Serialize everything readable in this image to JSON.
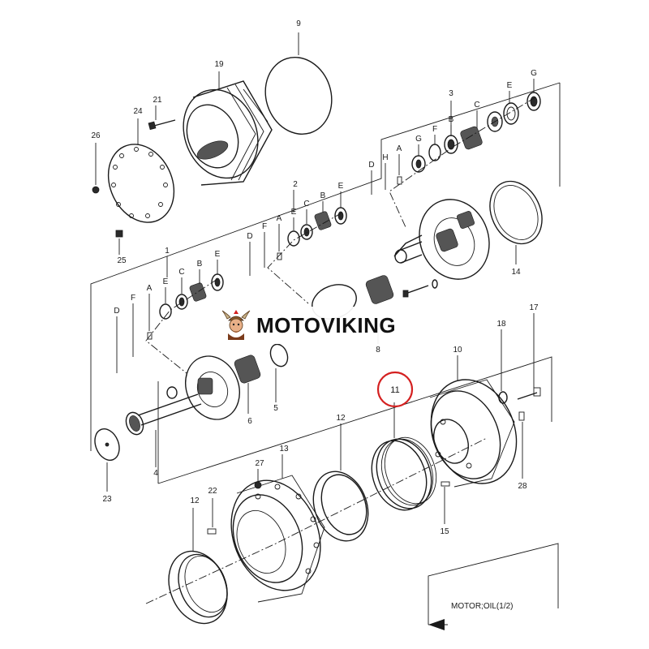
{
  "watermark": {
    "brand": "MOTOVIKING",
    "logo_icon": "viking-mascot-icon"
  },
  "caption": "MOTOR;OIL(1/2)",
  "highlight_color": "#d42020",
  "callouts": {
    "c2": "2",
    "c3": "3",
    "c4": "4",
    "c5": "5",
    "c6": "6",
    "c8": "8",
    "c10": "10",
    "c11": "11",
    "c12a": "12",
    "c12b": "12",
    "c13": "13",
    "c14": "14",
    "c15": "15",
    "c17": "17",
    "c18": "18",
    "c19": "19",
    "c21": "21",
    "c22": "22",
    "c23": "23",
    "c24": "24",
    "c25": "25",
    "c26": "26",
    "c27": "27",
    "c28": "28",
    "c1": "1",
    "c9": "9"
  },
  "letters": {
    "top": [
      "D",
      "H",
      "A",
      "G",
      "F",
      "B",
      "C",
      "E",
      "G"
    ],
    "mid": [
      "D",
      "F",
      "A",
      "E",
      "C",
      "B",
      "E"
    ],
    "low": [
      "D",
      "F",
      "A",
      "E",
      "C",
      "B",
      "E"
    ]
  }
}
